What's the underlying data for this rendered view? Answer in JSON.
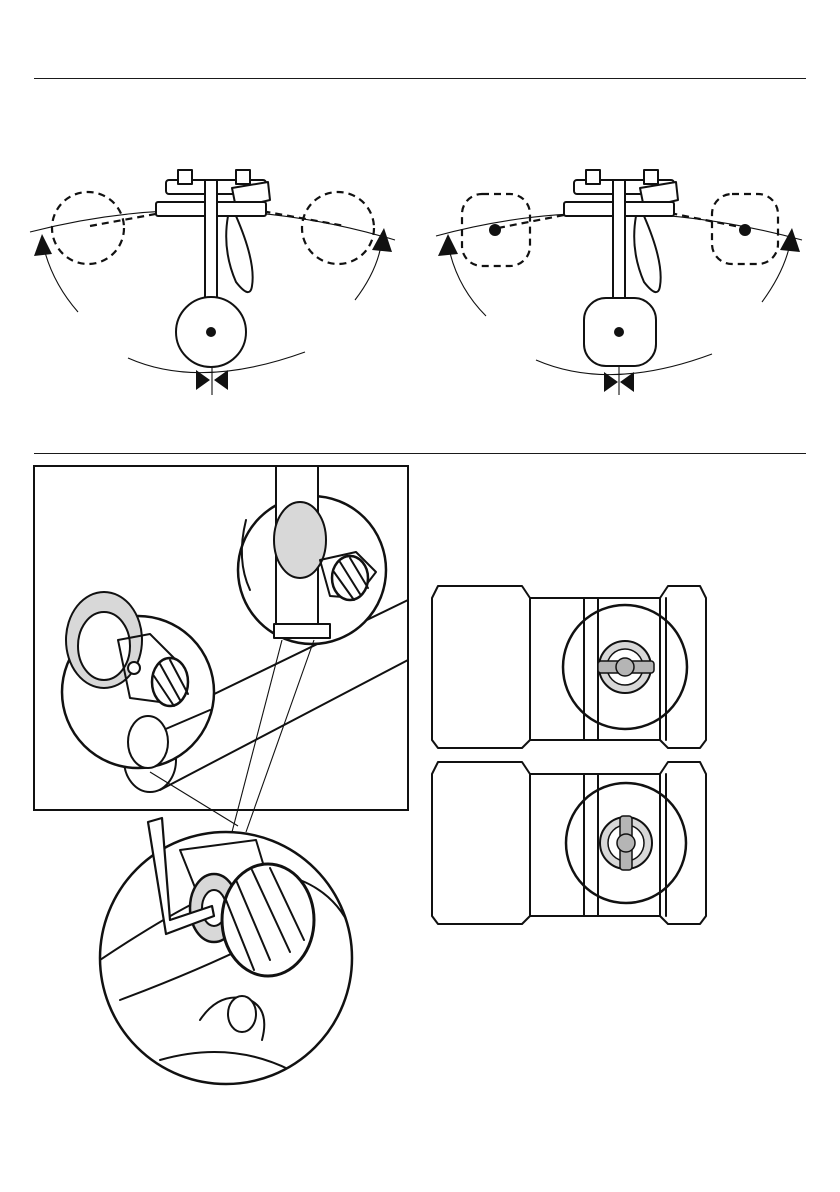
{
  "page": {
    "sections": [
      {
        "id": "rotation-range",
        "description_visible_text": ""
      },
      {
        "id": "cartridge-adjustment",
        "description_visible_text": ""
      }
    ]
  },
  "figures": {
    "rotation": {
      "variants": [
        "round-rosette",
        "square-rosette"
      ],
      "arrow_style": "filled-triangle"
    },
    "detail": {
      "tool": "hex-key",
      "zoom_callouts": 3
    },
    "valves": {
      "positions": [
        "horizontal-slot",
        "vertical-slot"
      ]
    }
  },
  "colors": {
    "line": "#111111",
    "fill_light": "#d8d8d8",
    "fill_mid": "#b5b5b5",
    "background": "#ffffff"
  }
}
